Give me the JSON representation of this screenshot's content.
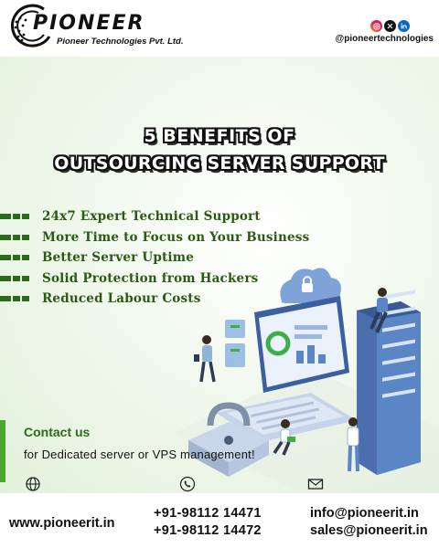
{
  "brand": {
    "name": "PIONEER",
    "tagline": "Pioneer Technologies Pvt. Ltd."
  },
  "social": {
    "handle": "@pioneertechnologies",
    "icons": [
      "instagram-icon",
      "x-icon",
      "linkedin-icon"
    ]
  },
  "headline": {
    "line1": "5 BENEFITS OF",
    "line2": "OUTSOURCING SERVER SUPPORT"
  },
  "benefits": [
    "24x7 Expert Technical Support",
    "More Time to Focus on Your Business",
    "Better Server Uptime",
    "Solid Protection from Hackers",
    "Reduced Labour Costs"
  ],
  "contact": {
    "title": "Contact us",
    "subtitle": "for Dedicated server or VPS management!",
    "icons": [
      "globe-icon",
      "phone-icon",
      "mail-icon"
    ]
  },
  "footer": {
    "website": "www.pioneerit.in",
    "phones": [
      "+91-98112 14471",
      "+91-98112 14472"
    ],
    "emails": [
      "info@pioneerit.in",
      "sales@pioneerit.in"
    ]
  },
  "colors": {
    "accent_green": "#2a6b1a",
    "bright_green": "#4aa82e",
    "illustration_blue": "#5b86c6",
    "background_tint": "#e3f1dc"
  }
}
